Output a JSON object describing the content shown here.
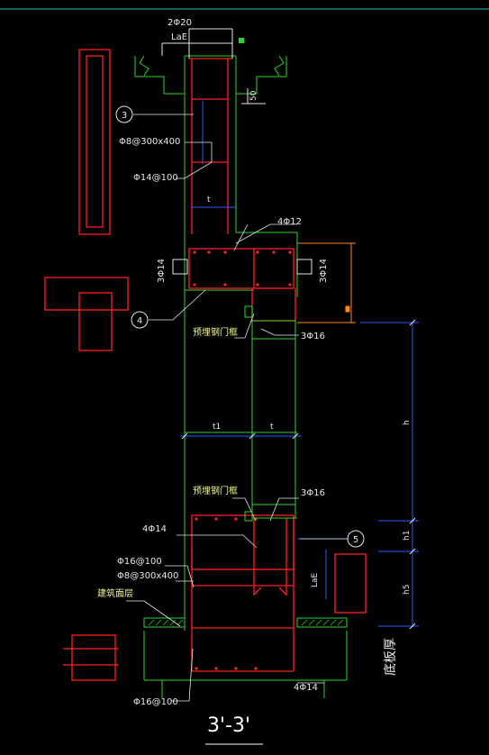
{
  "drawing": {
    "title": "3'-3'",
    "labels": {
      "top_bars": "2Φ20",
      "top_lae": "LaE",
      "dim_50": "50",
      "stirrup_upper": "Φ8@300x400",
      "bar_upper": "Φ14@100",
      "bars_4phi12": "4Φ12",
      "side_3phi14_left": "3Φ14",
      "side_3phi14_right": "3Φ14",
      "embed_plate_upper": "预埋钢门框",
      "bars_3phi16_upper": "3Φ16",
      "dim_t1": "t1",
      "dim_t": "t",
      "dim_t_upper": "t",
      "dim_h": "h",
      "embed_plate_lower": "预埋钢门框",
      "bars_3phi16_lower": "3Φ16",
      "bars_4phi14_upper": "4Φ14",
      "dim_h1": "h1",
      "bar_phi16_100_upper": "Φ16@100",
      "stirrup_lower": "Φ8@300x400",
      "lae_lower": "LaE",
      "dim_h5": "h5",
      "floor_layer": "建筑面层",
      "slab_thickness": "底板厚",
      "bar_phi16_100_lower": "Φ16@100",
      "bars_4phi14_bottom": "4Φ14"
    },
    "callouts": [
      "3",
      "4",
      "5"
    ],
    "colors": {
      "background": "#000000",
      "concrete": "#2bd62b",
      "rebar": "#ff2020",
      "dimension": "#2b5bff",
      "orange": "#ff8a1a",
      "text": "#e8e8e8",
      "frame_top": "#14c8c8"
    }
  }
}
